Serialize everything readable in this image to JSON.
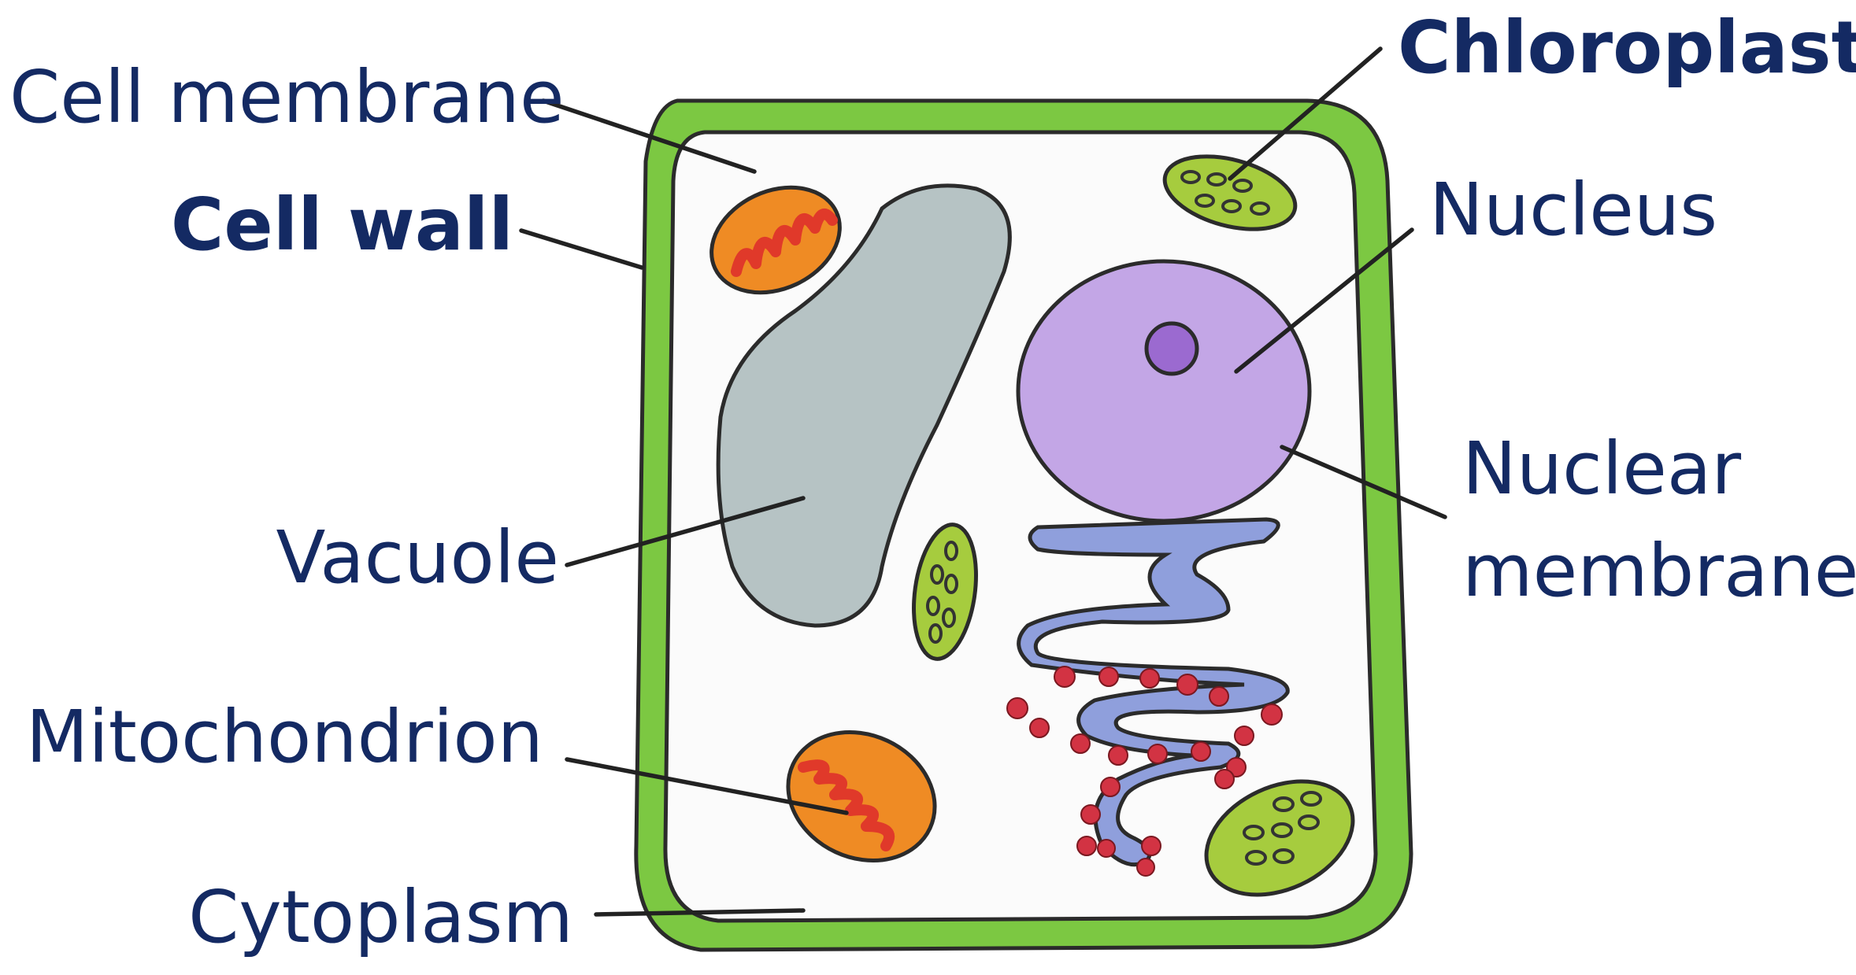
{
  "diagram": {
    "labels": {
      "cell_membrane": "Cell membrane",
      "cell_wall": "Cell wall",
      "vacuole": "Vacuole",
      "mitochondrion": "Mitochondrion",
      "cytoplasm": "Cytoplasm",
      "chloroplast": "Chloroplast",
      "nucleus": "Nucleus",
      "nuclear_membrane_line1": "Nuclear",
      "nuclear_membrane_line2": "membrane"
    },
    "colors": {
      "label_text": "#142a63",
      "accent_label_text": "#2e93a3",
      "cell_wall": "#7cc842",
      "cytoplasm": "#fbfbfb",
      "vacuole": "#b6c3c4",
      "nucleus": "#c3a6e6",
      "nucleolus": "#9b6ad0",
      "endoplasmic_reticulum": "#8f9fdc",
      "ribosome": "#d23343",
      "mitochondrion_outer": "#ef8b24",
      "mitochondrion_inner": "#e0392a",
      "chloroplast": "#a6cc3e",
      "leader_line": "#222222"
    }
  }
}
